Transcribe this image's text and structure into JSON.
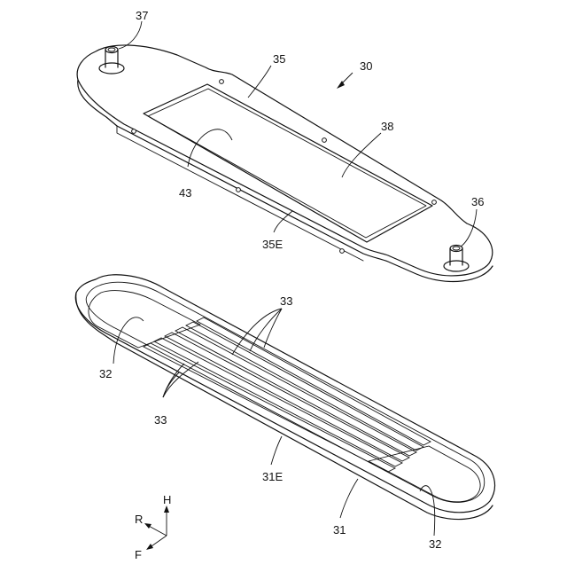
{
  "figure": {
    "labels": {
      "assembly": "30",
      "upper_plate": "35",
      "pin_left": "37",
      "pin_right": "36",
      "upper_recess": "38",
      "recess_area": "43",
      "upper_edge": "35E",
      "channels_upper": "33",
      "channels_lower": "33",
      "pocket_left": "32",
      "pocket_right": "32",
      "lower_edge": "31E",
      "lower_plate": "31"
    },
    "axes": {
      "h": "H",
      "r": "R",
      "f": "F"
    }
  }
}
